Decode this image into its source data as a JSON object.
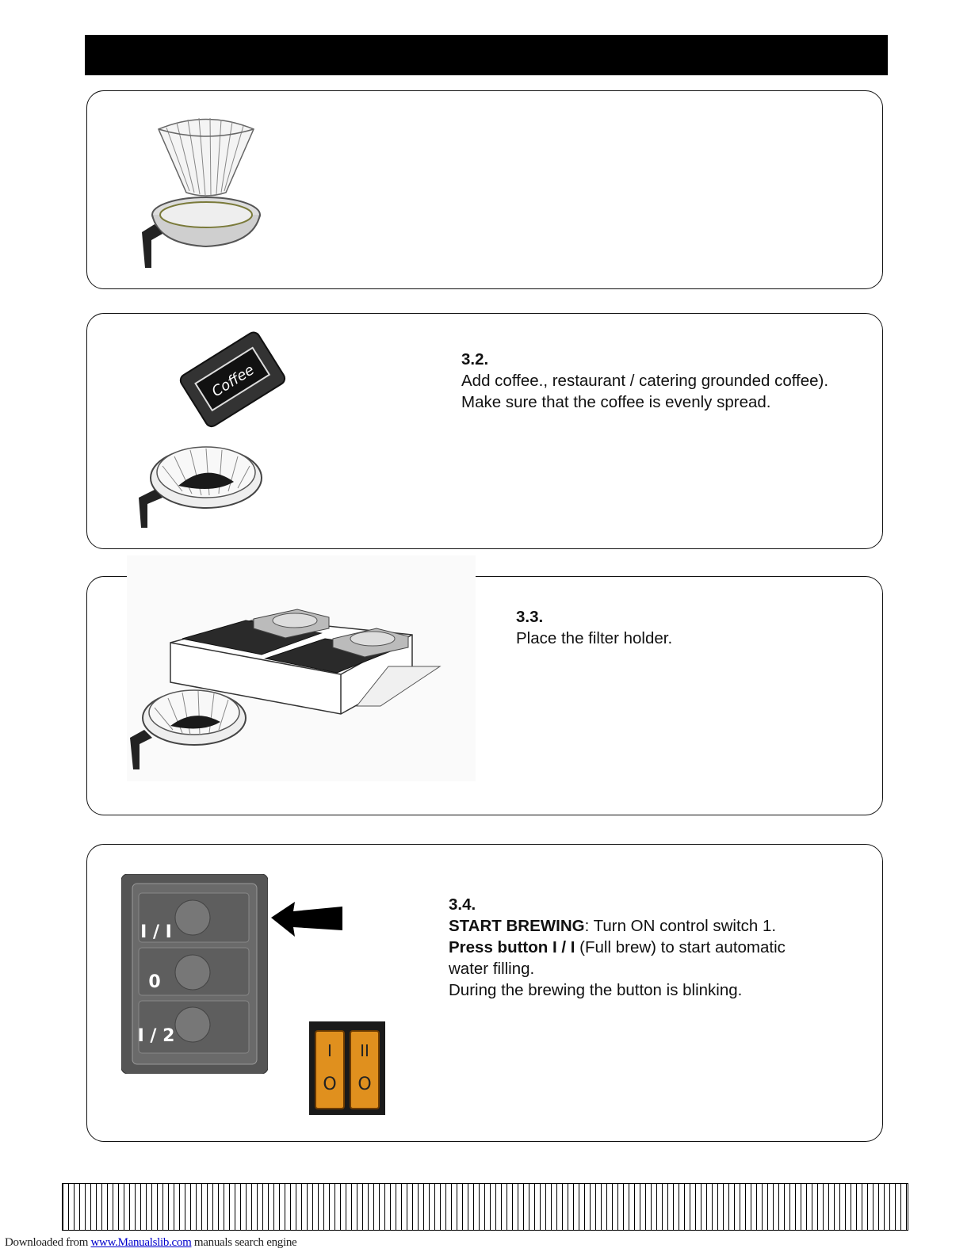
{
  "steps": [
    {
      "number": "",
      "lines": []
    },
    {
      "number": "3.2.",
      "lines": [
        "Add coffee., restaurant / catering grounded coffee).",
        "Make sure that the coffee is evenly spread."
      ]
    },
    {
      "number": "3.3.",
      "lines": [
        "Place the filter holder."
      ]
    },
    {
      "number": "3.4.",
      "start_bold": "START BREWING",
      "start_rest": ":  Turn ON control switch 1.",
      "press_bold": "Press button I / I",
      "press_rest": " (Full brew) to start automatic",
      "line3": "water filling.",
      "line4": "During the brewing the button is blinking."
    }
  ],
  "bag_label": "Coffee",
  "control_panel": {
    "buttons": [
      {
        "label": "I / I"
      },
      {
        "label": "0"
      },
      {
        "label": "I / 2"
      }
    ],
    "rocker_switches": [
      {
        "top": "I",
        "bottom": "O"
      },
      {
        "top": "II",
        "bottom": "O"
      }
    ]
  },
  "footer": {
    "prefix": "Downloaded from ",
    "link": "www.Manualslib.com",
    "suffix": "  manuals search engine"
  },
  "colors": {
    "header_bar": "#000000",
    "switch_amber": "#e0901e",
    "link": "#0000cc"
  }
}
